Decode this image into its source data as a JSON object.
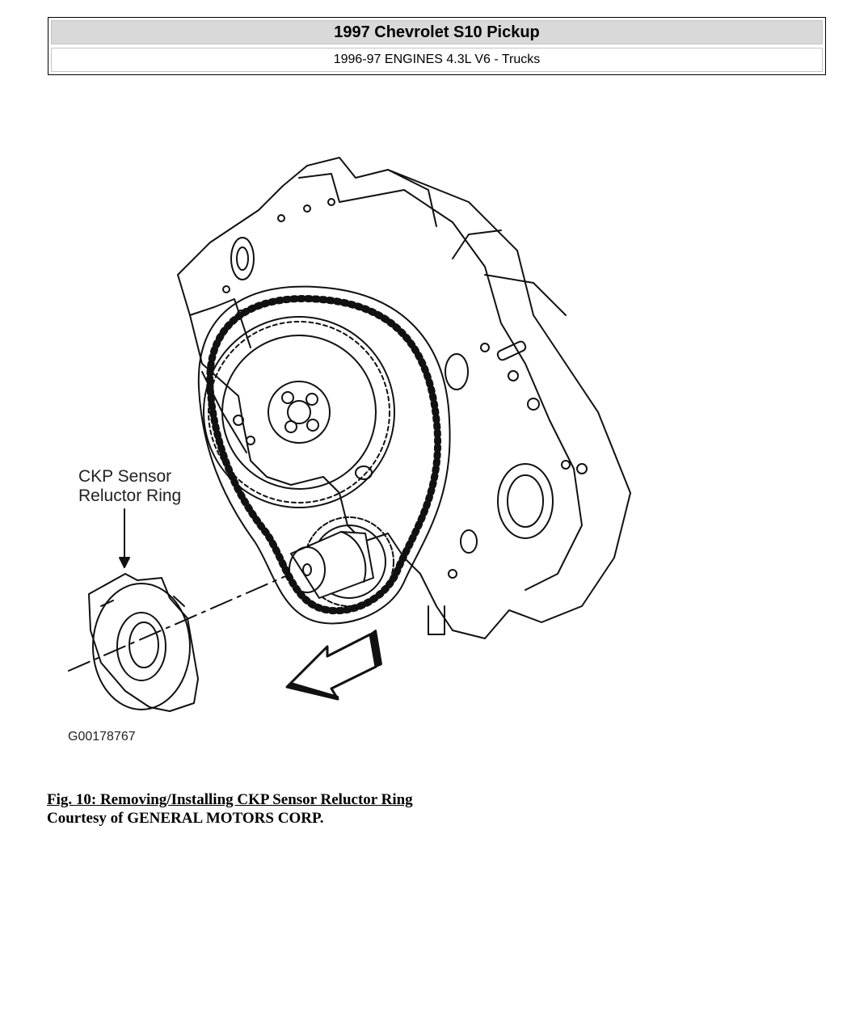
{
  "header": {
    "vehicle": "1997 Chevrolet S10 Pickup",
    "section": "1996-97 ENGINES 4.3L V6 - Trucks"
  },
  "figure": {
    "callout_line1": "CKP Sensor",
    "callout_line2": "Reluctor Ring",
    "figure_id": "G00178767"
  },
  "caption": {
    "title": "Fig. 10: Removing/Installing CKP Sensor Reluctor Ring",
    "credit": "Courtesy of GENERAL MOTORS CORP."
  },
  "colors": {
    "header_fill": "#d9d9d9",
    "line_art": "#111111"
  },
  "icons": [
    "left-arrow-icon"
  ]
}
